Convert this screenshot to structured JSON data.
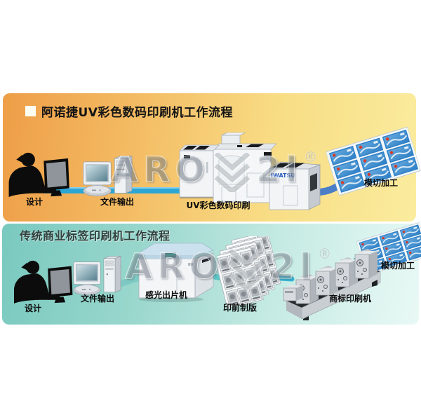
{
  "watermark": {
    "left": "ARO",
    "right": "2l",
    "reg": "®"
  },
  "uv_panel": {
    "title": "阿诺捷UV彩色数码印刷机工作流程",
    "machine_brand": "IWATSU",
    "labels": {
      "design": "设计",
      "file_output": "文件输出",
      "printing": "UV彩色数码印刷",
      "die_cutting": "模切加工"
    }
  },
  "traditional_panel": {
    "title": "传统商业标签印刷机工作流程",
    "labels": {
      "design": "设计",
      "file_output": "文件输出",
      "imagesetter": "感光出片机",
      "plate_making": "印前制版",
      "label_press": "商标印刷机",
      "die_cutting": "模切加工"
    }
  },
  "colors": {
    "panel_top_left": "#EE9E47",
    "panel_top_right": "#FAEC9E",
    "panel_bottom_left": "#79C9BF",
    "panel_bottom_right": "#E9F9F5",
    "cable_cyan": "#2BA6D5",
    "ribbon_blue": "#4A7EC6",
    "stamp_blue": "#2F80C7",
    "brand_blue": "#2E5FBE"
  }
}
